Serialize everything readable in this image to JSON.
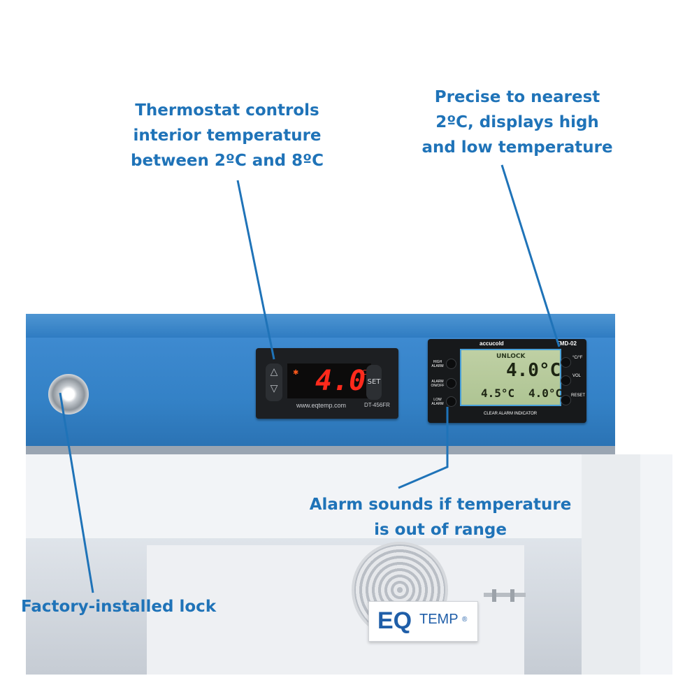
{
  "callouts": {
    "thermostat": [
      "Thermostat controls",
      "interior temperature",
      "between 2ºC and 8ºC"
    ],
    "precise": [
      "Precise to nearest",
      "2ºC, displays high",
      "and low temperature"
    ],
    "alarm": [
      "Alarm sounds if temperature",
      "is out of range"
    ],
    "lock": "Factory-installed lock"
  },
  "thermostat_device": {
    "reading": "4.0",
    "unit": "°C",
    "set_label": "SET",
    "url": "www.eqtemp.com",
    "model": "DT-456FR",
    "arrow_up": "△",
    "arrow_down": "▽"
  },
  "alarm_device": {
    "brand": "accucold",
    "model": "TMD-02",
    "lcd_status": "UNLOCK",
    "main_reading": "4.0°C",
    "low_reading": "4.5°C",
    "high_reading": "4.0°C",
    "left_labels": [
      "HIGH ALARM",
      "ALARM ON/OFF",
      "LOW ALARM"
    ],
    "right_labels": [
      "°C/°F",
      "VOL",
      "RESET"
    ],
    "bottom_label": "CLEAR ALARM INDICATOR"
  },
  "badge": {
    "logo": "EQ",
    "temp": "TEMP",
    "reg": "®"
  },
  "colors": {
    "callout_text": "#1f73b8",
    "panel_blue": "#3381c6"
  }
}
